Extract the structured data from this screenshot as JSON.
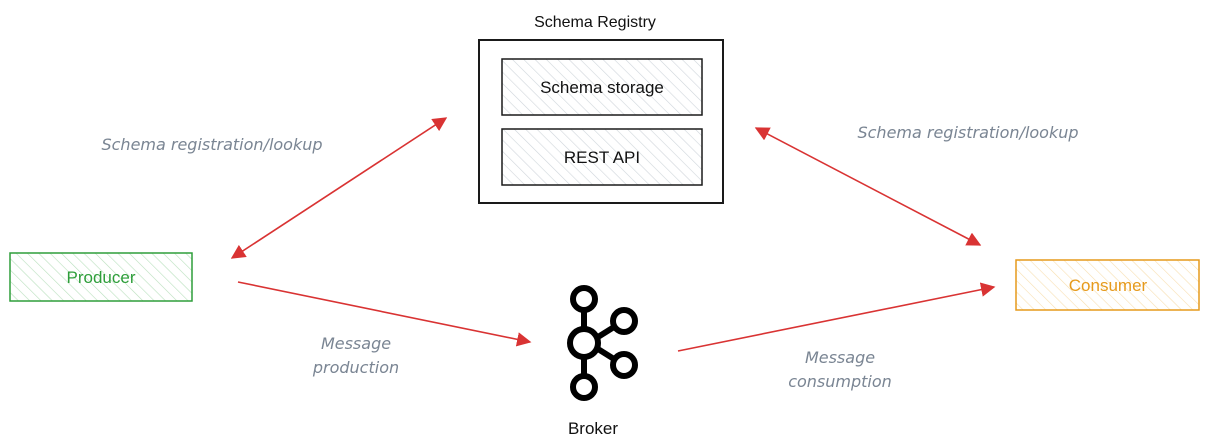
{
  "registry": {
    "title": "Schema Registry",
    "storage_label": "Schema storage",
    "api_label": "REST API"
  },
  "producer": {
    "label": "Producer",
    "color": "#2e9e3a"
  },
  "consumer": {
    "label": "Consumer",
    "color": "#e69a1c"
  },
  "broker": {
    "label": "Broker"
  },
  "edges": {
    "left_registration": "Schema registration/lookup",
    "right_registration": "Schema registration/lookup",
    "production_line1": "Message",
    "production_line2": "production",
    "consumption_line1": "Message",
    "consumption_line2": "consumption"
  },
  "colors": {
    "arrow": "#d93333",
    "annotation": "#7a8593",
    "hatch": "#c7cdd3"
  }
}
